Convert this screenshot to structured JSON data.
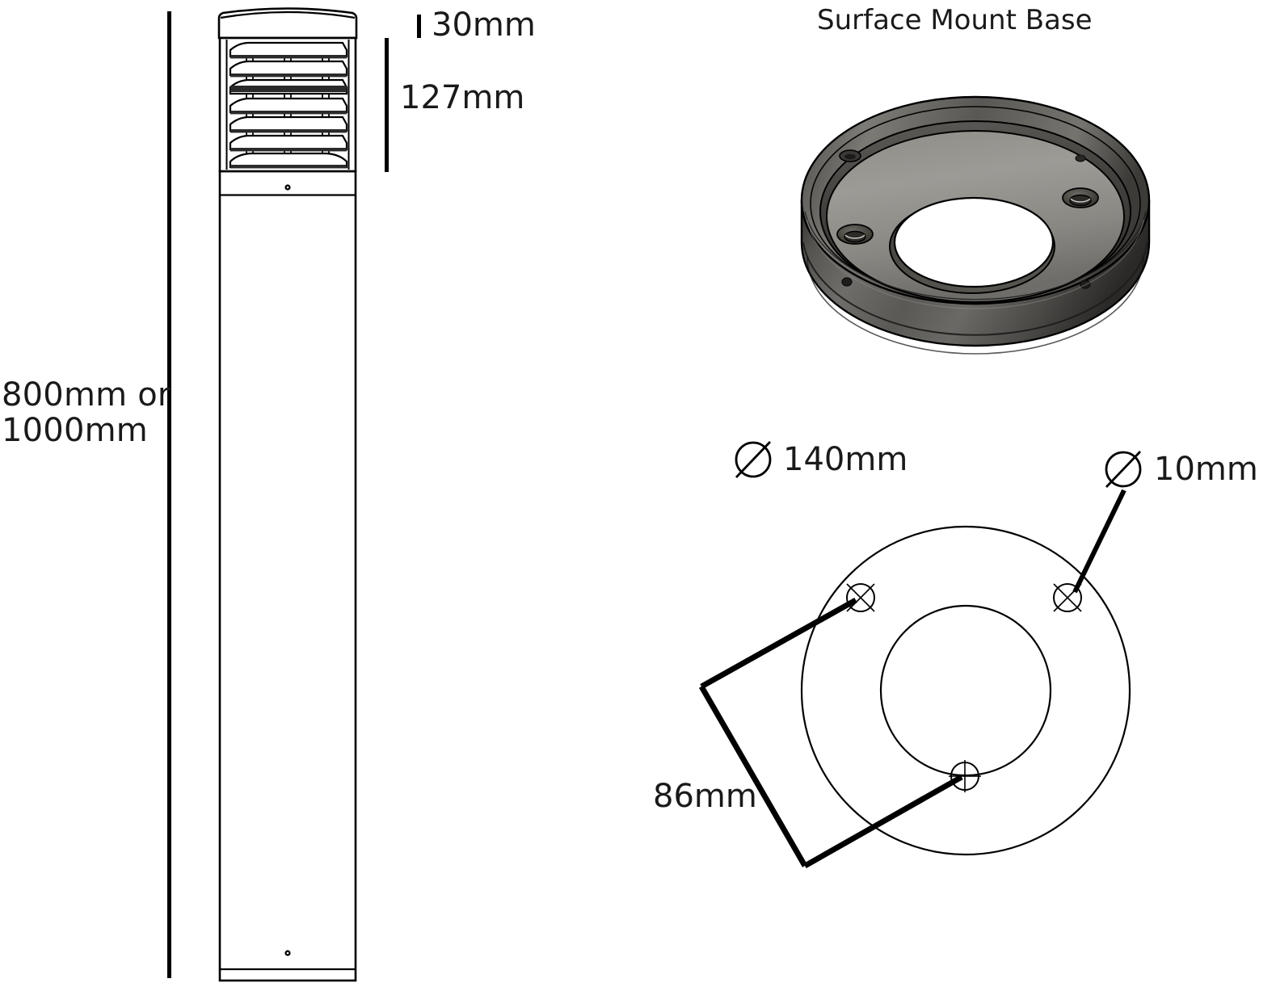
{
  "drawing": {
    "type": "technical-product-drawing",
    "subject": "Louvered bollard light with surface mount base",
    "units": "mm",
    "line_color": "#000000",
    "text_color": "#1a1a1a",
    "background": "#ffffff"
  },
  "bollard": {
    "height_label": "800mm or\n1000mm",
    "height_line_1": "800mm or",
    "height_line_2": "1000mm",
    "cap_height_label": "30mm",
    "louver_height_label": "127mm",
    "louver_count": 7,
    "options": [
      "800mm",
      "1000mm"
    ]
  },
  "base": {
    "title": "Surface Mount Base",
    "outer_diameter_label": "140mm",
    "hole_diameter_label": "10mm",
    "bolt_circle_label": "86mm",
    "diameter_symbol": "⌀",
    "hole_count": 3,
    "render_colors": {
      "top_face": "#9a9893",
      "outer_wall_light": "#6e6c68",
      "outer_wall_dark": "#3a3835",
      "inner_wall": "#4a4845",
      "rim_highlight": "#b4b2ad"
    }
  },
  "callouts": [
    {
      "id": "cap-30",
      "text": "30mm",
      "kind": "vertical-extent"
    },
    {
      "id": "louver-127",
      "text": "127mm",
      "kind": "vertical-extent"
    },
    {
      "id": "post-height",
      "text": "800mm or 1000mm",
      "kind": "vertical-extent"
    },
    {
      "id": "base-od",
      "text": "140mm",
      "kind": "diameter"
    },
    {
      "id": "base-hole",
      "text": "10mm",
      "kind": "diameter"
    },
    {
      "id": "base-bcd",
      "text": "86mm",
      "kind": "bolt-circle"
    }
  ]
}
